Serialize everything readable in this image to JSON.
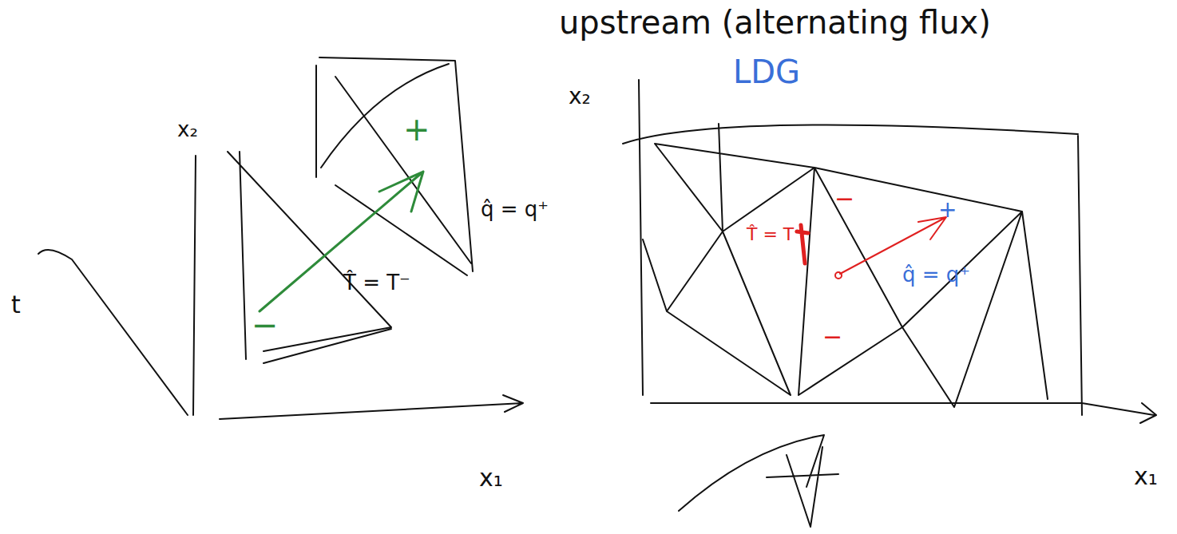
{
  "diagram": {
    "title": "upstream (alternating flux)",
    "labels": [
      "x₂",
      "t",
      "x₁",
      "+",
      "−",
      "T̂ = T⁻",
      "q̂ = q⁺",
      "LDG",
      "x₂",
      "x₁",
      "−",
      "T̂ = T⁻",
      "−",
      "+",
      "q̂ = q⁺"
    ]
  }
}
